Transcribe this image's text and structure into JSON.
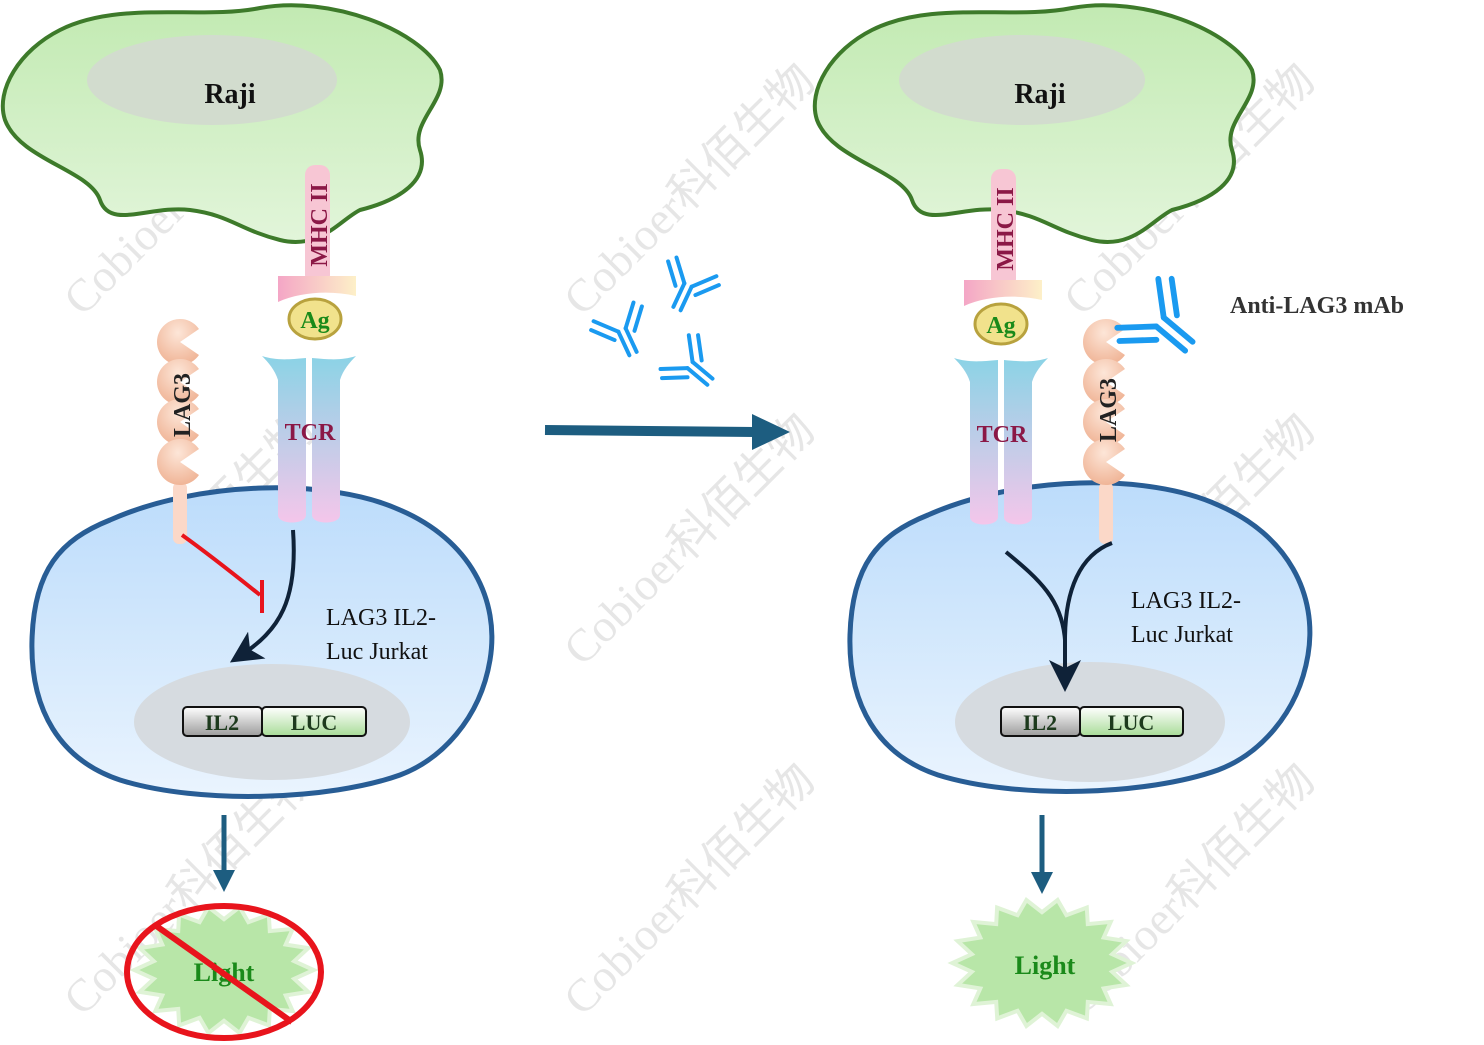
{
  "watermark": "Cobioer科佰生物",
  "colors": {
    "raji_fill": "#d4f0c6",
    "raji_stroke": "#3d7a2a",
    "jurkat_fill": "#c6e1fb",
    "jurkat_stroke": "#285d95",
    "arrow_blue": "#1d5d80",
    "antibody": "#1a9af0",
    "inhibit_red": "#e8141c",
    "light_green": "#b8e6a8",
    "label_maroon": "#8b1846",
    "label_green": "#1a8a1a"
  },
  "left_panel": {
    "raji_label": "Raji",
    "mhc_label": "MHC II",
    "ag_label": "Ag",
    "tcr_label": "TCR",
    "lag3_label": "LAG3",
    "cell_label_line1": "LAG3 IL2-",
    "cell_label_line2": "Luc Jurkat",
    "gene1": "IL2",
    "gene2": "LUC",
    "output_label": "Light",
    "output_blocked": true
  },
  "right_panel": {
    "raji_label": "Raji",
    "mhc_label": "MHC II",
    "ag_label": "Ag",
    "tcr_label": "TCR",
    "lag3_label": "LAG3",
    "antibody_label": "Anti-LAG3 mAb",
    "cell_label_line1": "LAG3 IL2-",
    "cell_label_line2": "Luc Jurkat",
    "gene1": "IL2",
    "gene2": "LUC",
    "output_label": "Light",
    "output_blocked": false
  }
}
